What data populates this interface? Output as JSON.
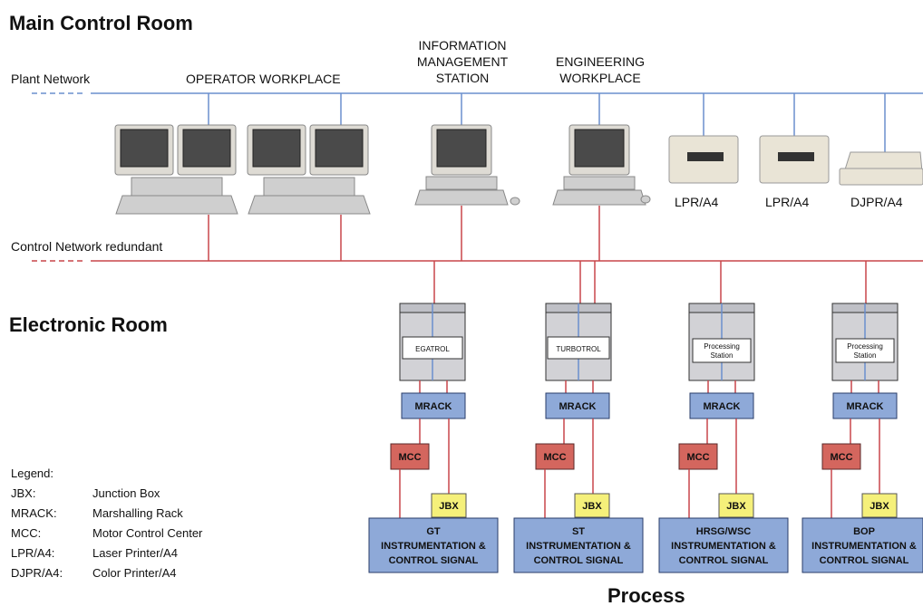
{
  "sections": {
    "main_control_room": "Main Control Room",
    "electronic_room": "Electronic Room",
    "process": "Process"
  },
  "networks": {
    "plant": "Plant Network",
    "control": "Control Network redundant"
  },
  "workplaces": {
    "operator": "OPERATOR WORKPLACE",
    "info_line1": "INFORMATION",
    "info_line2": "MANAGEMENT",
    "info_line3": "STATION",
    "eng_line1": "ENGINEERING",
    "eng_line2": "WORKPLACE"
  },
  "printers": [
    "LPR/A4",
    "LPR/A4",
    "DJPR/A4"
  ],
  "columns": [
    {
      "cabinet_line1": "EGATROL",
      "cabinet_line2": "",
      "mrack": "MRACK",
      "mcc": "MCC",
      "jbx": "JBX",
      "instr_line1": "GT",
      "instr_line2": "INSTRUMENTATION &",
      "instr_line3": "CONTROL SIGNAL"
    },
    {
      "cabinet_line1": "TURBOTROL",
      "cabinet_line2": "",
      "mrack": "MRACK",
      "mcc": "MCC",
      "jbx": "JBX",
      "instr_line1": "ST",
      "instr_line2": "INSTRUMENTATION &",
      "instr_line3": "CONTROL SIGNAL"
    },
    {
      "cabinet_line1": "Processing",
      "cabinet_line2": "Station",
      "mrack": "MRACK",
      "mcc": "MCC",
      "jbx": "JBX",
      "instr_line1": "HRSG/WSC",
      "instr_line2": "INSTRUMENTATION &",
      "instr_line3": "CONTROL SIGNAL"
    },
    {
      "cabinet_line1": "Processing",
      "cabinet_line2": "Station",
      "mrack": "MRACK",
      "mcc": "MCC",
      "jbx": "JBX",
      "instr_line1": "BOP",
      "instr_line2": "INSTRUMENTATION &",
      "instr_line3": "CONTROL SIGNAL"
    }
  ],
  "legend": {
    "title": "Legend:",
    "items": [
      {
        "abbr": "JBX:",
        "desc": "Junction Box"
      },
      {
        "abbr": "MRACK:",
        "desc": "Marshalling Rack"
      },
      {
        "abbr": "MCC:",
        "desc": "Motor Control Center"
      },
      {
        "abbr": "LPR/A4:",
        "desc": "Laser Printer/A4"
      },
      {
        "abbr": "DJPR/A4:",
        "desc": "Color Printer/A4"
      }
    ]
  },
  "colors": {
    "plant_network": "#6a8fce",
    "control_network": "#c8464a",
    "mrack": "#8ea9d8",
    "mcc": "#d4665e",
    "jbx": "#f5f07a"
  }
}
